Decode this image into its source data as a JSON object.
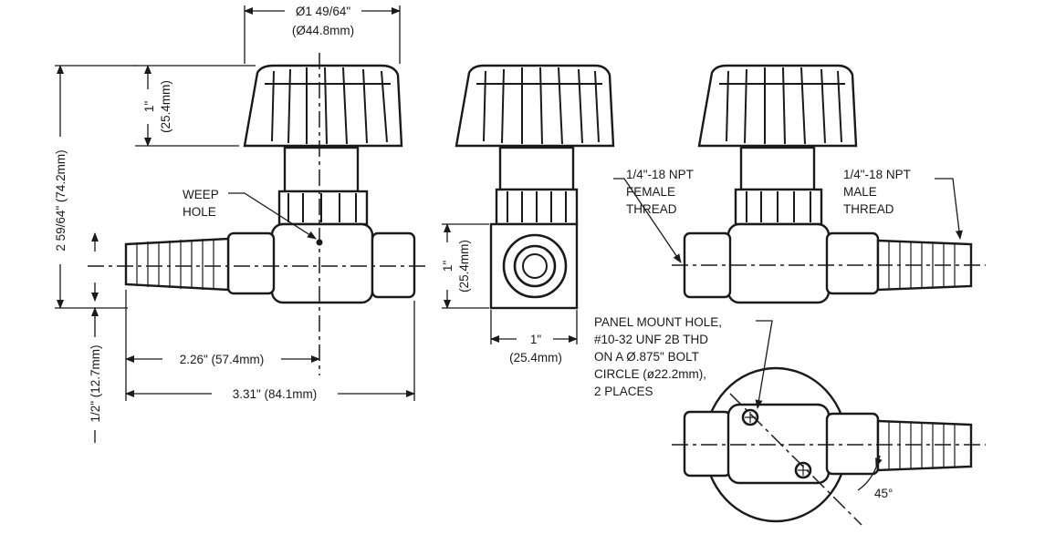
{
  "dimensions": {
    "knob_diameter": "Ø1 49/64\"",
    "knob_diameter_mm": "(Ø44.8mm)",
    "knob_height": "1\"",
    "knob_height_mm": "(25.4mm)",
    "overall_height": "2 59/64\" (74.2mm)",
    "inlet_to_center": "2.26\" (57.4mm)",
    "overall_length": "3.31\" (84.1mm)",
    "bottom_offset": "1/2\" (12.7mm)",
    "side_height": "1\"",
    "side_height_mm": "(25.4mm)",
    "side_width": "1\"",
    "side_width_mm": "(25.4mm)",
    "angle": "45°"
  },
  "callouts": {
    "weep_hole": [
      "WEEP",
      "HOLE"
    ],
    "female_thread": [
      "1/4\"-18 NPT",
      "FEMALE",
      "THREAD"
    ],
    "male_thread": [
      "1/4\"-18 NPT",
      "MALE",
      "THREAD"
    ],
    "panel_mount": [
      "PANEL MOUNT HOLE,",
      "#10-32 UNF 2B THD",
      "ON A Ø.875\" BOLT",
      "CIRCLE (ø22.2mm),",
      "2 PLACES"
    ]
  }
}
